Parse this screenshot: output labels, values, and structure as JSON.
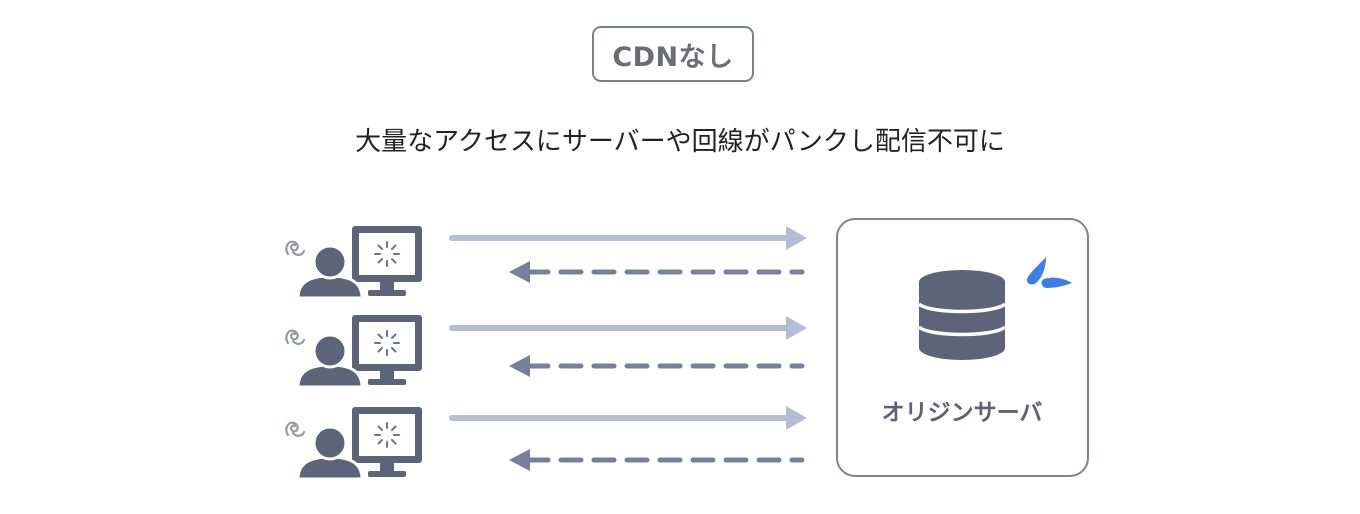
{
  "title_badge": "CDNなし",
  "subtitle": "大量なアクセスにサーバーや回線がパンクし配信不可に",
  "clients": [
    {
      "icon": "user-at-monitor-icon",
      "state": "loading"
    },
    {
      "icon": "user-at-monitor-icon",
      "state": "loading"
    },
    {
      "icon": "user-at-monitor-icon",
      "state": "loading"
    }
  ],
  "server": {
    "label": "オリジンサーバ",
    "icon": "database-icon",
    "status_icon": "sweat-drops-icon"
  },
  "colors": {
    "request_arrow": "#b3bdd6",
    "response_arrow": "#76809a",
    "icon_fill": "#5b6479",
    "server_border": "#7b8497",
    "sweat": "#3f7de8"
  }
}
